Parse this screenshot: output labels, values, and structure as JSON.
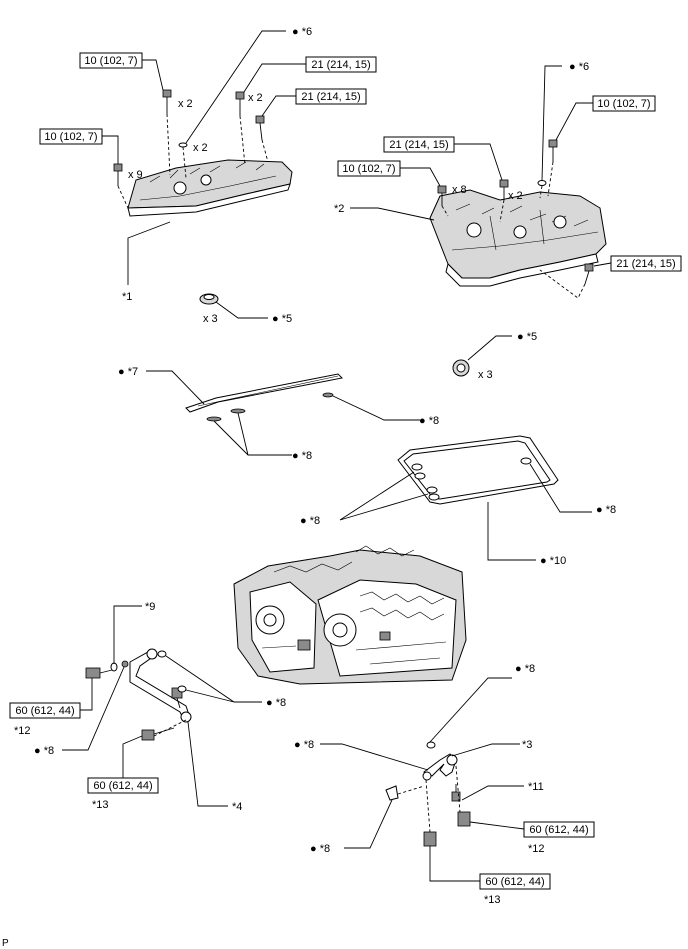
{
  "footer": {
    "code": "P"
  },
  "torque": {
    "t1": "10 (102, 7)",
    "t2": "21 (214, 15)",
    "t3": "21 (214, 15)",
    "t4": "10 (102, 7)",
    "t5": "21 (214, 15)",
    "t6": "10 (102, 7)",
    "t7": "10 (102, 7)",
    "t8": "21 (214, 15)",
    "t9": "60 (612, 44)",
    "t10": "60 (612, 44)",
    "t11": "60 (612, 44)",
    "t12": "60 (612, 44)"
  },
  "qty": {
    "q1": "x 2",
    "q2": "x 2",
    "q3": "x 2",
    "q4": "x 9",
    "q5": "x 8",
    "q6": "x 2",
    "q7": "x 3",
    "q8": "x 3"
  },
  "callouts": {
    "c1": "*1",
    "c2": "*2",
    "c3": "*3",
    "c4": "*4",
    "c5a": "*5",
    "c5b": "*5",
    "c6a": "*6",
    "c6b": "*6",
    "c7": "*7",
    "c8a": "*8",
    "c8b": "*8",
    "c8c": "*8",
    "c8d": "*8",
    "c8e": "*8",
    "c8f": "*8",
    "c8g": "*8",
    "c8h": "*8",
    "c8i": "*8",
    "c9": "*9",
    "c10": "*10",
    "c11": "*11",
    "c12a": "*12",
    "c12b": "*12",
    "c13a": "*13",
    "c13b": "*13"
  },
  "marker": {
    "bullet": "●"
  }
}
